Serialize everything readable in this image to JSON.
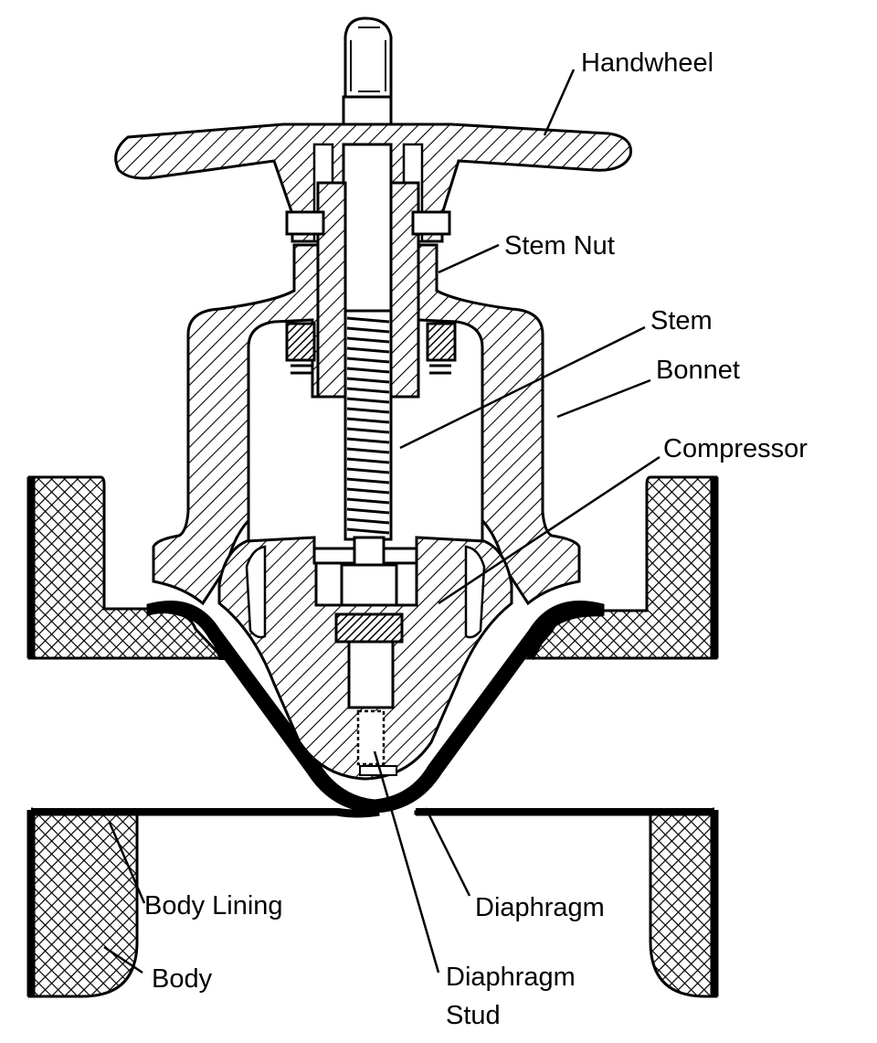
{
  "labels": {
    "handwheel": "Handwheel",
    "stem_nut": "Stem Nut",
    "stem": "Stem",
    "bonnet": "Bonnet",
    "compressor": "Compressor",
    "body_lining": "Body Lining",
    "body": "Body",
    "diaphragm": "Diaphragm",
    "diaphragm_stud_line1": "Diaphragm",
    "diaphragm_stud_line2": "Stud"
  },
  "colors": {
    "ink": "#000000",
    "paper": "#ffffff"
  }
}
